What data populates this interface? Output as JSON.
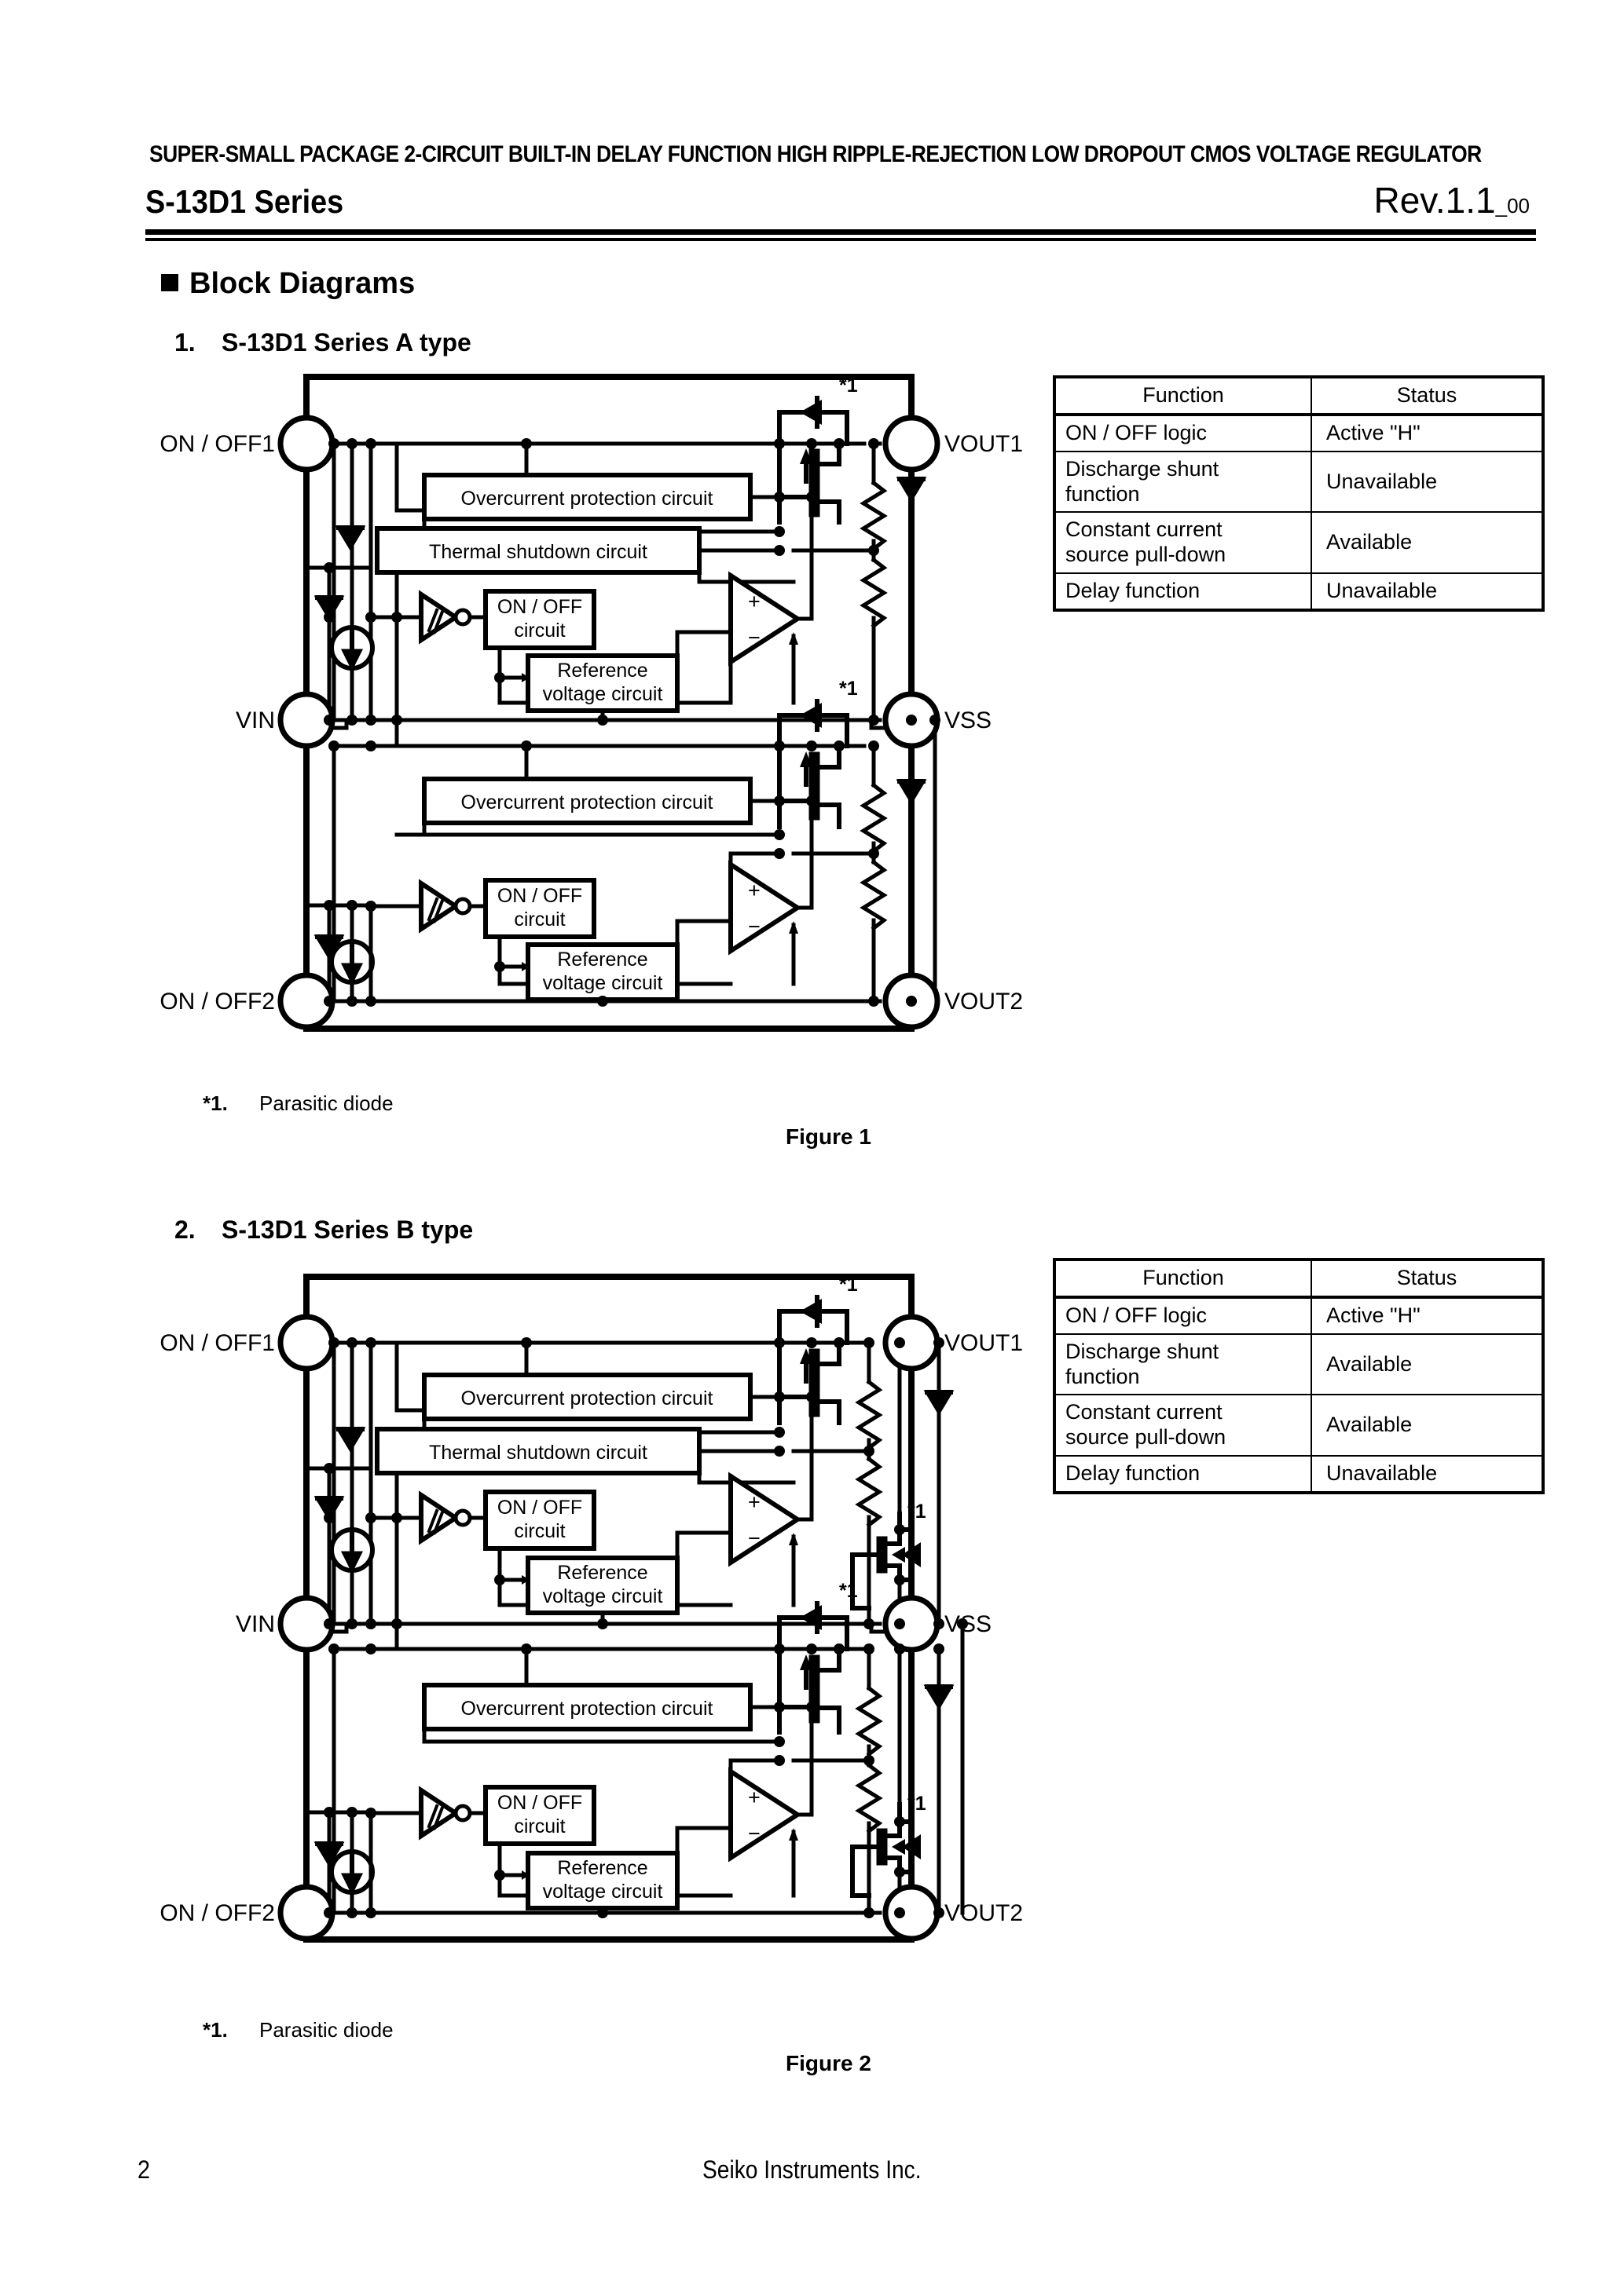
{
  "header": {
    "title": "SUPER-SMALL PACKAGE 2-CIRCUIT BUILT-IN DELAY FUNCTION HIGH RIPPLE-REJECTION LOW DROPOUT CMOS VOLTAGE REGULATOR",
    "series": "S-13D1 Series",
    "rev": "Rev.1.1",
    "rev_sub": "_00"
  },
  "section": {
    "heading": "Block Diagrams"
  },
  "diagram1": {
    "number": "1.",
    "title": "S-13D1 Series A type",
    "note_label": "*1.",
    "note_text": "Parasitic diode",
    "caption": "Figure 1",
    "pins": {
      "onoff1": "ON / OFF1",
      "vin": "VIN",
      "onoff2": "ON / OFF2",
      "vout1": "VOUT1",
      "vss": "VSS",
      "vout2": "VOUT2"
    },
    "blocks": {
      "overcurrent": "Overcurrent protection circuit",
      "thermal": "Thermal shutdown circuit",
      "onoff_l1": "ON / OFF",
      "onoff_l2": "circuit",
      "ref_l1": "Reference",
      "ref_l2": "voltage circuit"
    },
    "marks": {
      "parasitic": "*1",
      "plus": "+",
      "minus": "−"
    }
  },
  "diagram2": {
    "number": "2.",
    "title": "S-13D1 Series B type",
    "note_label": "*1.",
    "note_text": "Parasitic diode",
    "caption": "Figure 2",
    "pins": {
      "onoff1": "ON / OFF1",
      "vin": "VIN",
      "onoff2": "ON / OFF2",
      "vout1": "VOUT1",
      "vss": "VSS",
      "vout2": "VOUT2"
    },
    "blocks": {
      "overcurrent": "Overcurrent protection circuit",
      "thermal": "Thermal shutdown circuit",
      "onoff_l1": "ON / OFF",
      "onoff_l2": "circuit",
      "ref_l1": "Reference",
      "ref_l2": "voltage circuit"
    },
    "marks": {
      "parasitic": "*1",
      "plus": "+",
      "minus": "−"
    }
  },
  "table1": {
    "headers": [
      "Function",
      "Status"
    ],
    "rows": [
      {
        "function": "ON / OFF logic",
        "status": "Active \"H\""
      },
      {
        "function": "Discharge shunt function",
        "status": "Unavailable"
      },
      {
        "function": "Constant current source pull-down",
        "status": "Available"
      },
      {
        "function": "Delay function",
        "status": "Unavailable"
      }
    ]
  },
  "table2": {
    "headers": [
      "Function",
      "Status"
    ],
    "rows": [
      {
        "function": "ON / OFF logic",
        "status": "Active \"H\""
      },
      {
        "function": "Discharge shunt function",
        "status": "Available"
      },
      {
        "function": "Constant current source pull-down",
        "status": "Available"
      },
      {
        "function": "Delay function",
        "status": "Unavailable"
      }
    ]
  },
  "footer": {
    "page": "2",
    "company": "Seiko Instruments Inc."
  }
}
